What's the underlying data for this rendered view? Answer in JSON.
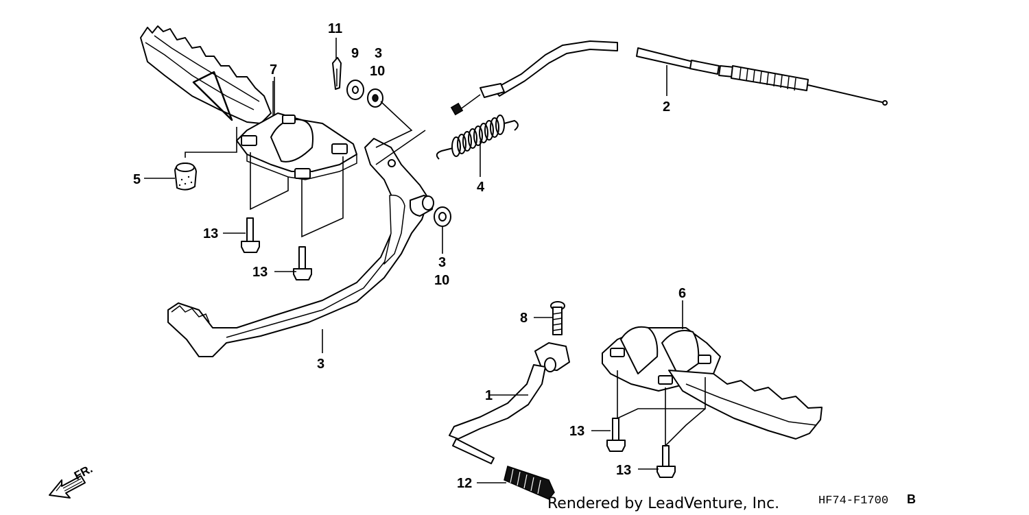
{
  "callouts": {
    "c1": "1",
    "c2": "2",
    "c3_upper": "3",
    "c3_mid": "3",
    "c3_lower": "3",
    "c4": "4",
    "c5": "5",
    "c6": "6",
    "c7": "7",
    "c8": "8",
    "c9": "9",
    "c10_upper": "10",
    "c10_lower": "10",
    "c11": "11",
    "c12": "12",
    "c13_a": "13",
    "c13_b": "13",
    "c13_c": "13",
    "c13_d": "13"
  },
  "direction_label": "FR.",
  "credit": "Rendered by LeadVenture, Inc.",
  "diagram_code": "HF74-F1700",
  "diagram_code_suffix": "B"
}
